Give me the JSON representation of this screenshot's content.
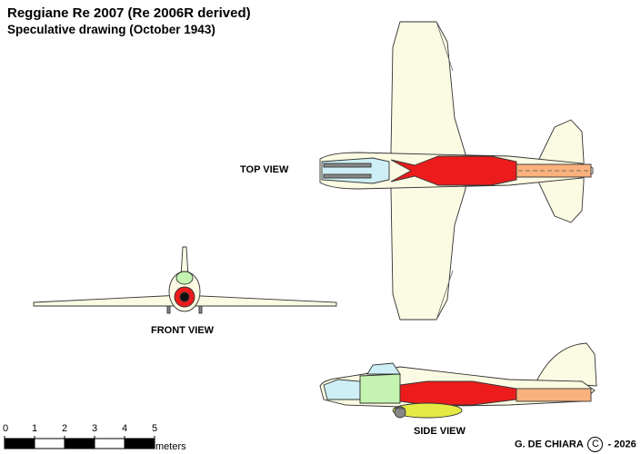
{
  "header": {
    "title": "Reggiane Re 2007 (Re 2006R derived)",
    "subtitle": "Speculative drawing (October 1943)"
  },
  "views": {
    "top": "TOP VIEW",
    "front": "FRONT VIEW",
    "side": "SIDE VIEW"
  },
  "scale_bar": {
    "ticks": [
      "0",
      "1",
      "2",
      "3",
      "4",
      "5"
    ],
    "unit": "meters"
  },
  "credit": {
    "author": "G. DE CHIARA",
    "symbol": "C",
    "year": "- 2026"
  },
  "colors": {
    "airframe": "#fbfbe3",
    "canopy": "#cdeff5",
    "engine": "#ec1c1c",
    "tailpipe": "#f9b27e",
    "undercarriage": "#e5eb44",
    "cockpit": "#c5f4b2",
    "outline": "#333333"
  }
}
